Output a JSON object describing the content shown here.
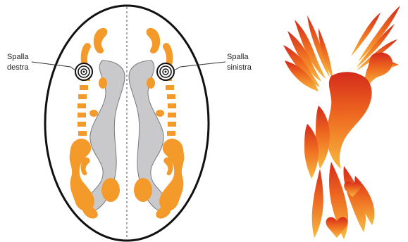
{
  "labels": {
    "right_shoulder_line1": "Spalla",
    "right_shoulder_line2": "destra",
    "left_shoulder_line1": "Spalla",
    "left_shoulder_line2": "sinistra"
  },
  "colors": {
    "accent_orange": "#f39a2a",
    "grey_shape": "#c9c9cc",
    "outline": "#111111",
    "phoenix_red": "#d92b1a",
    "phoenix_orange": "#ef6a1f",
    "phoenix_yellow": "#f7b23a"
  },
  "icons": [
    "target-circle-icon",
    "phoenix-illustration"
  ]
}
